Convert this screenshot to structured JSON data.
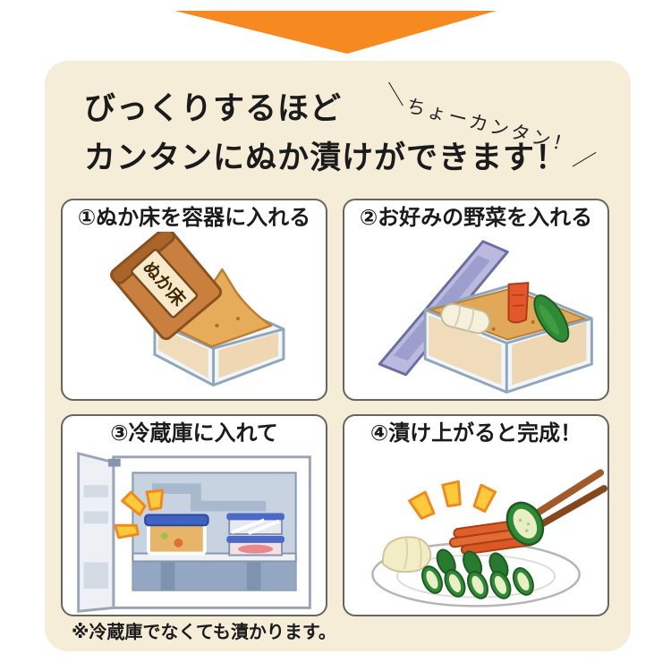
{
  "header": {
    "title_line1": "びっくりするほど",
    "title_line2": "カンタンにぬか漬けができます！",
    "callout": {
      "left_stroke": "＼",
      "text": "ちょーカンタン！",
      "right_stroke": "／"
    }
  },
  "steps": [
    {
      "title": "①ぬか床を容器に入れる",
      "illustration": "paper-bag-pouring-nuka-into-clear-container",
      "bag_label": "ぬか床"
    },
    {
      "title": "②お好みの野菜を入れる",
      "illustration": "nuka-container-with-carrot-cucumber-daikon-and-lid"
    },
    {
      "title": "③冷蔵庫に入れて",
      "illustration": "open-refrigerator-with-nuka-container-on-shelf"
    },
    {
      "title": "④漬け上がると完成！",
      "illustration": "plate-of-pickled-vegetables-with-chopsticks"
    }
  ],
  "footnote": "※冷蔵庫でなくても漬かります。",
  "colors": {
    "arrow_orange": "#F6891F",
    "card_cream": "#F5EDD8",
    "panel_border": "#66665E",
    "text_dark": "#1B1B1B",
    "nuka_tan": "#E2A85A",
    "bag_brown": "#C9803F",
    "lid_purple": "#B9BADD",
    "accent_orange": "#F08A1D",
    "cucumber_green": "#2F8A35",
    "carrot_orange": "#DD5F2C",
    "fridge_blue": "#C8D3E2",
    "lid_blue": "#3F63C0"
  }
}
